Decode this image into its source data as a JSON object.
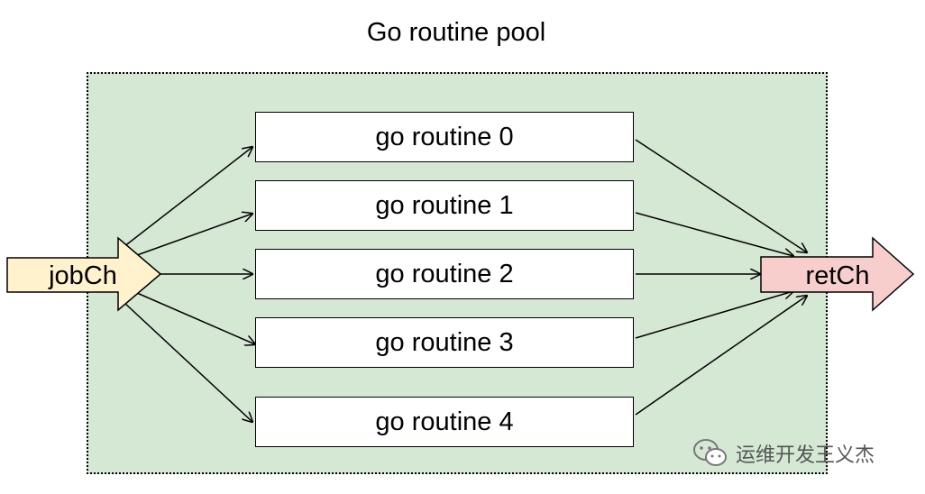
{
  "title": "Go routine pool",
  "input_channel": "jobCh",
  "output_channel": "retCh",
  "routines": [
    "go routine 0",
    "go routine 1",
    "go routine 2",
    "go routine 3",
    "go routine 4"
  ],
  "watermark": "运维开发王义杰",
  "colors": {
    "pool_fill": "#d5e8d4",
    "input_fill": "#fff2cc",
    "output_fill": "#f8cecc"
  },
  "icons": {
    "watermark_icon": "wechat-icon"
  }
}
